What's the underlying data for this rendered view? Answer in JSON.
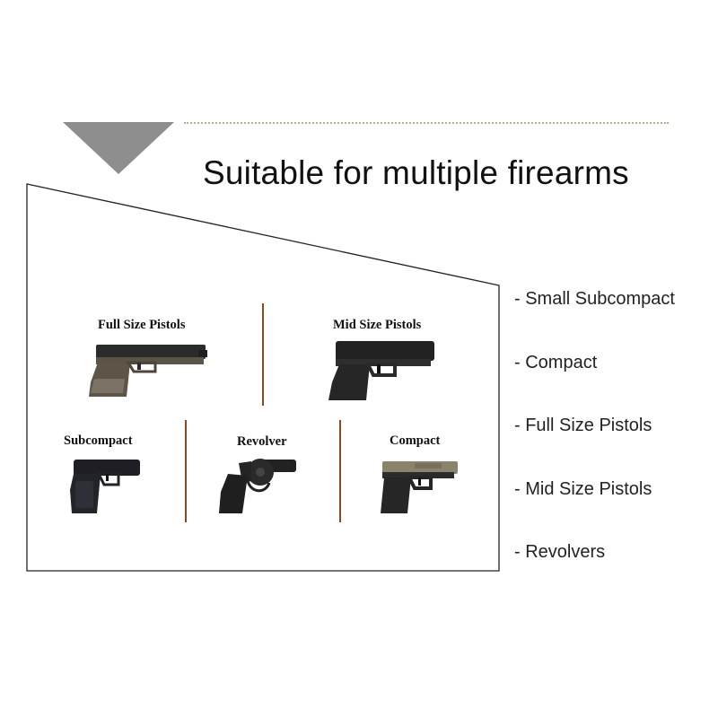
{
  "header": {
    "title": "Suitable for multiple firearms",
    "triangle_color": "#8e8e8e",
    "rule_color": "#b9ab93"
  },
  "diagram": {
    "categories": [
      {
        "label": "Full Size Pistols",
        "icon": "full-size-pistol-icon"
      },
      {
        "label": "Mid Size Pistols",
        "icon": "mid-size-pistol-icon"
      },
      {
        "label": "Subcompact",
        "icon": "subcompact-pistol-icon"
      },
      {
        "label": "Revolver",
        "icon": "revolver-icon"
      },
      {
        "label": "Compact",
        "icon": "compact-pistol-icon"
      }
    ],
    "separator_color": "#8a4a1f"
  },
  "side_list": {
    "items": [
      "- Small Subcompact",
      "- Compact",
      "- Full Size Pistols",
      "- Mid Size Pistols",
      "- Revolvers"
    ]
  }
}
